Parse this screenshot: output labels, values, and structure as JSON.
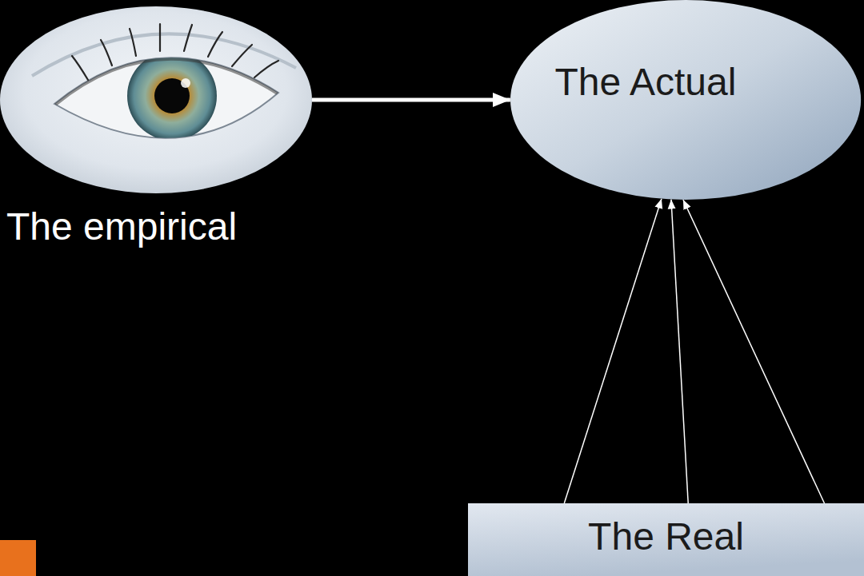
{
  "diagram": {
    "nodes": [
      {
        "text": [
          "The empirical"
        ]
      },
      {
        "text": [
          "The Actual"
        ]
      },
      {
        "text": [
          "The Real"
        ]
      }
    ],
    "edges": [
      {
        "from": 0,
        "to": 1,
        "arrow": "to"
      },
      {
        "from": 2,
        "to": 1,
        "arrow": "to"
      },
      {
        "from": 2,
        "to": 1,
        "arrow": "to"
      },
      {
        "from": 2,
        "to": 1,
        "arrow": "to"
      }
    ]
  }
}
